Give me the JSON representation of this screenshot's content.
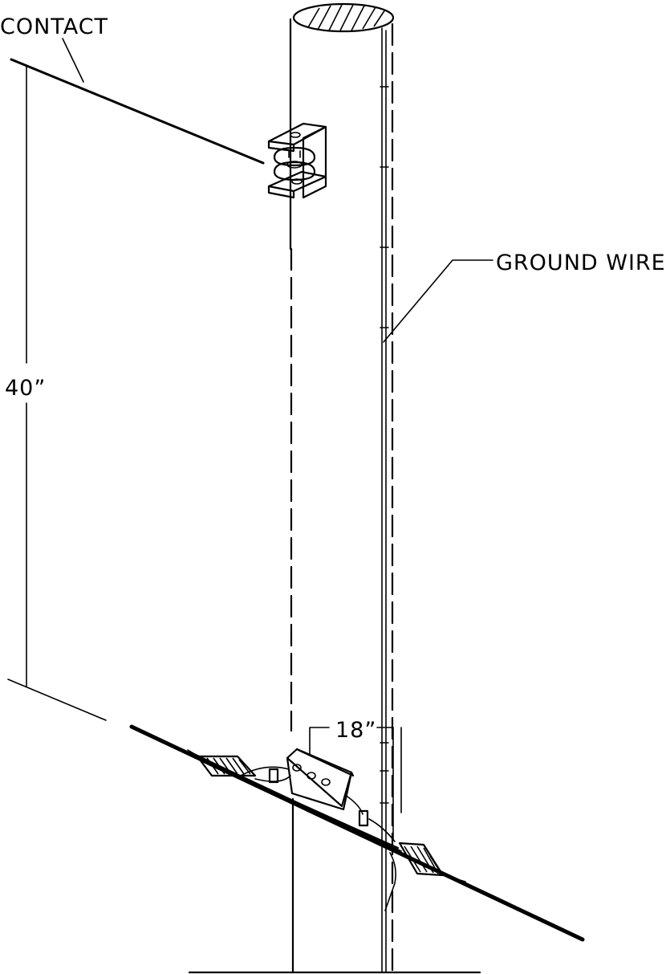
{
  "labels": {
    "contact": "CONTACT",
    "ground_wire": "GROUND WIRE",
    "height_dimension": "40”",
    "spacing_dimension": "18”"
  }
}
